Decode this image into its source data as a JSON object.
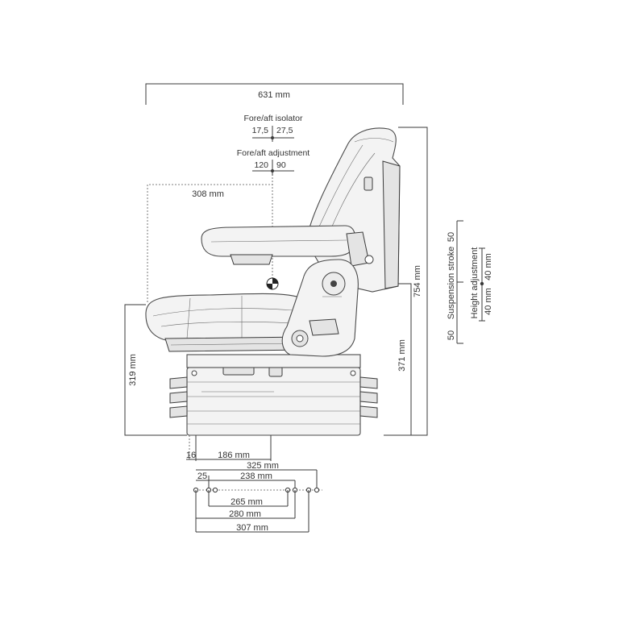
{
  "dimensions": {
    "width_total": "631 mm",
    "fore_aft_isolator_label": "Fore/aft isolator",
    "fore_aft_isolator_left": "17,5",
    "fore_aft_isolator_right": "27,5",
    "fore_aft_adjustment_label": "Fore/aft adjustment",
    "fore_aft_adjustment_left": "120",
    "fore_aft_adjustment_right": "90",
    "seat_to_reference": "308 mm",
    "overall_height": "754 mm",
    "seat_height": "371 mm",
    "base_height": "319 mm",
    "suspension_stroke_label": "Suspension stroke",
    "suspension_stroke_top": "50",
    "suspension_stroke_bottom": "50",
    "height_adjustment_label": "Height adjustment",
    "height_adjustment_top": "40 mm",
    "height_adjustment_bottom": "40 mm",
    "offset_16": "16",
    "offset_186": "186 mm",
    "hole_325": "325 mm",
    "hole_25": "25",
    "hole_238": "238 mm",
    "hole_265": "265 mm",
    "hole_280": "280 mm",
    "hole_307": "307 mm"
  },
  "colors": {
    "line": "#3a3a3a",
    "seat_fill": "#f3f3f3",
    "seat_shade": "#e4e4e4"
  }
}
